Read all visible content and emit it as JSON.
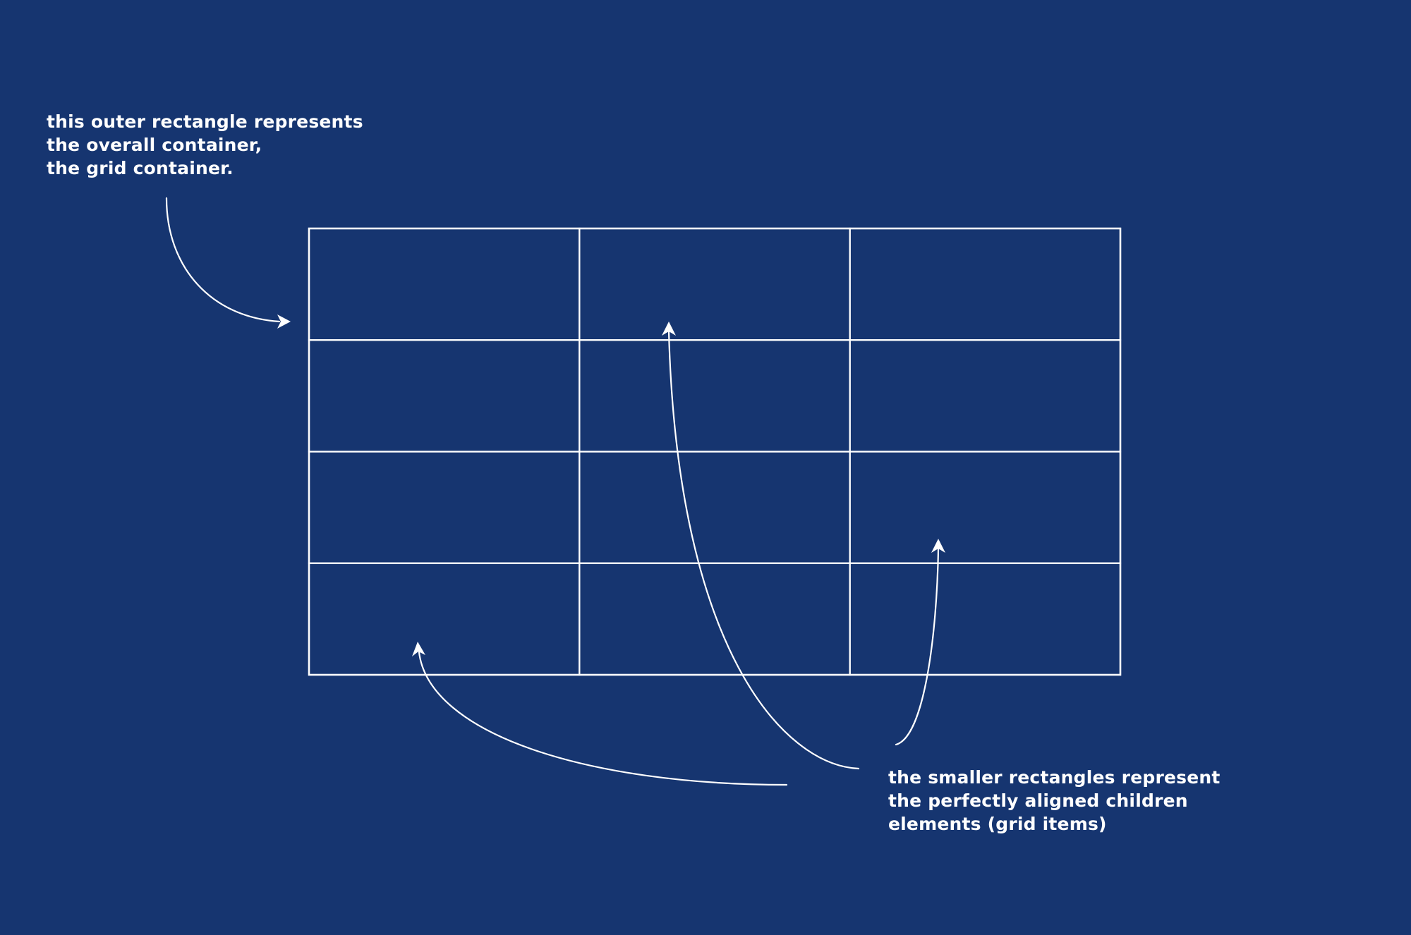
{
  "colors": {
    "background": "#163570",
    "line": "#ffffff",
    "text": "#ffffff"
  },
  "grid": {
    "rows": 4,
    "columns": 3
  },
  "annotations": {
    "container": {
      "lines": [
        "this outer rectangle represents",
        "the overall container,",
        "the grid container."
      ]
    },
    "items": {
      "lines": [
        "the smaller rectangles represent",
        "the perfectly aligned children",
        "elements (grid items)"
      ]
    }
  }
}
